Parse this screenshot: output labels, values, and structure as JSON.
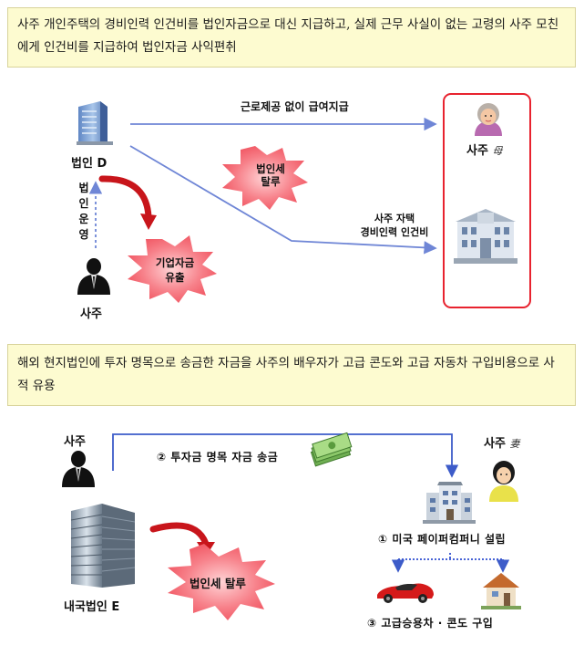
{
  "case1": {
    "description": "사주 개인주택의 경비인력 인건비를 법인자금으로 대신 지급하고, 실제 근무 사실이 없는 고령의 사주 모친에게 인건비를 지급하여 법인자금 사익편취",
    "company_label": "법인 D",
    "owner_label": "사주",
    "operation_label": "법인운영",
    "arrow_top_label": "근로제공 없이 급여지급",
    "tax_evasion_label": "법인세\n탈루",
    "outflow_label": "기업자금\n유출",
    "mother_label": "사주",
    "mother_hanja": "母",
    "house_label": "사주 자택\n경비인력 인건비"
  },
  "case2": {
    "description": "해외 현지법인에 투자 명목으로 송금한 자금을 사주의 배우자가 고급 콘도와 고급 자동차 구입비용으로 사적 유용",
    "owner_label": "사주",
    "company_label": "내국법인 E",
    "transfer_label": "② 투자금 명목 자금 송금",
    "wife_label": "사주",
    "wife_hanja": "妻",
    "paper_company_label": "① 미국 페이퍼컴퍼니 설립",
    "purchase_label": "③ 고급승용차 · 콘도 구입",
    "tax_evasion_label": "법인세 탈루"
  },
  "colors": {
    "note_bg": "#fdfbd0",
    "flow_line": "#6f86d6",
    "red_box": "#e8232f",
    "starburst": "#f0505c",
    "curved_arrow": "#c8151b"
  }
}
